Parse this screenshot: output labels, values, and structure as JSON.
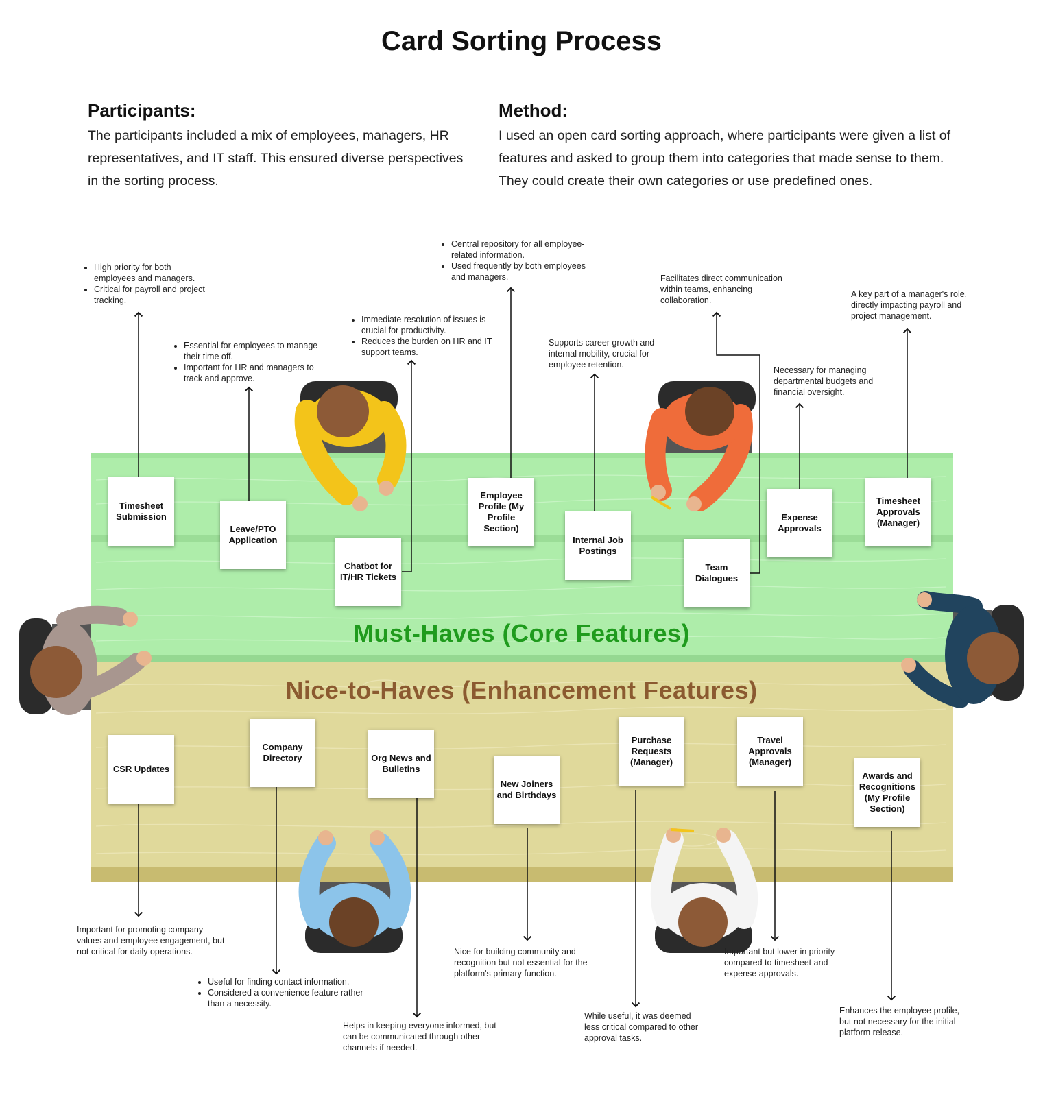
{
  "title": "Card Sorting Process",
  "participants": {
    "heading": "Participants:",
    "text": "The participants included a mix of employees, managers, HR representatives, and IT staff. This ensured diverse perspectives in the sorting process."
  },
  "method": {
    "heading": "Method:",
    "text": "I used an open card sorting approach, where participants were given a list of features and asked to group them into categories that made sense to them. They could create their own categories or use predefined ones."
  },
  "must_haves_label": "Must-Haves (Core Features)",
  "nice_to_haves_label": "Nice-to-Haves (Enhancement Features)",
  "colors": {
    "must_band": "#aeedaa",
    "nice_band": "#e0d99b",
    "must_text": "#1f9b1d",
    "nice_text": "#8b5a30"
  },
  "cards": {
    "timesheet": "Timesheet Submission",
    "leave": "Leave/PTO Application",
    "chatbot": "Chatbot for IT/HR Tickets",
    "profile": "Employee Profile (My Profile Section)",
    "jobs": "Internal Job Postings",
    "dialogues": "Team Dialogues",
    "expense": "Expense Approvals",
    "timesheet_approvals": "Timesheet Approvals (Manager)",
    "csr": "CSR Updates",
    "directory": "Company Directory",
    "news": "Org News and Bulletins",
    "joiners": "New Joiners and Birthdays",
    "purchase": "Purchase Requests (Manager)",
    "travel": "Travel Approvals (Manager)",
    "awards": "Awards and Recognitions (My Profile Section)"
  },
  "notes": {
    "timesheet": [
      "High priority for both employees and managers.",
      "Critical for payroll and project tracking."
    ],
    "leave": [
      "Essential for employees to manage their time off.",
      "Important for HR and managers to track and approve."
    ],
    "chatbot": [
      "Immediate resolution of issues is crucial for productivity.",
      "Reduces the burden on HR and IT support teams."
    ],
    "profile": [
      "Central repository for all employee-related information.",
      "Used frequently by both employees and managers."
    ],
    "jobs": "Supports career growth and internal mobility, crucial for employee retention.",
    "dialogues": "Facilitates direct communication within teams, enhancing collaboration.",
    "expense": "Necessary for managing departmental budgets and financial oversight.",
    "timesheet_approvals": "A key part of a manager's role, directly impacting payroll and project management.",
    "csr": "Important for promoting company values and employee engagement, but not critical for daily operations.",
    "directory": [
      "Useful for finding contact information.",
      "Considered a convenience feature rather than a necessity."
    ],
    "news": "Helps in keeping everyone informed, but can be communicated through other channels if needed.",
    "joiners": "Nice for building community and recognition but not essential for the platform's primary function.",
    "purchase": "While useful, it was deemed less critical compared to other approval tasks.",
    "travel": "Important but lower in priority compared to timesheet and expense approvals.",
    "awards": "Enhances the employee profile, but not necessary for the initial platform release."
  }
}
